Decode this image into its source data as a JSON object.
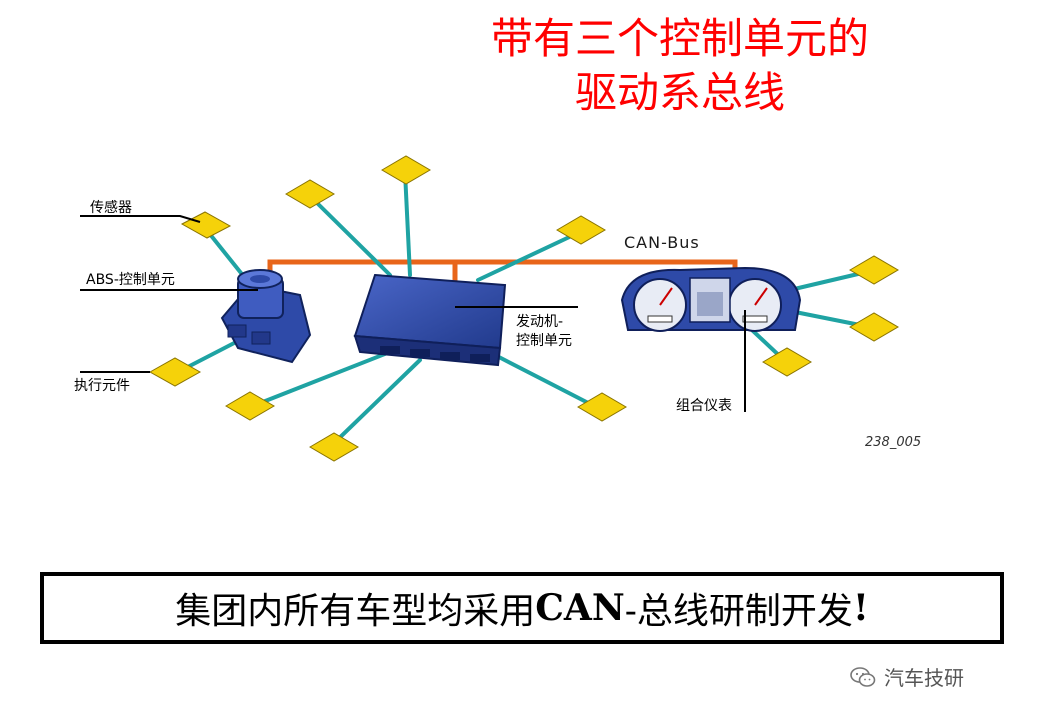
{
  "title": {
    "line1": "带有三个控制单元的",
    "line2": "驱动系总线"
  },
  "labels": {
    "sensor": "传感器",
    "abs": "ABS-控制单元",
    "actuator": "执行元件",
    "engine_line1": "发动机-",
    "engine_line2": "控制单元",
    "instrument": "组合仪表",
    "can_bus": "CAN-Bus",
    "figure_id": "238_005"
  },
  "banner": {
    "prefix": "集团内所有车型均采用",
    "bold": "CAN",
    "suffix": "-总线研制开发",
    "exclaim": "!"
  },
  "watermark": {
    "text": "汽车技研",
    "icon": "wechat-icon"
  },
  "colors": {
    "title": "#ff0000",
    "bus": "#e8651a",
    "wire": "#1fa3a3",
    "ecu": "#2e4aa8",
    "sensor": "#f5d20a"
  }
}
